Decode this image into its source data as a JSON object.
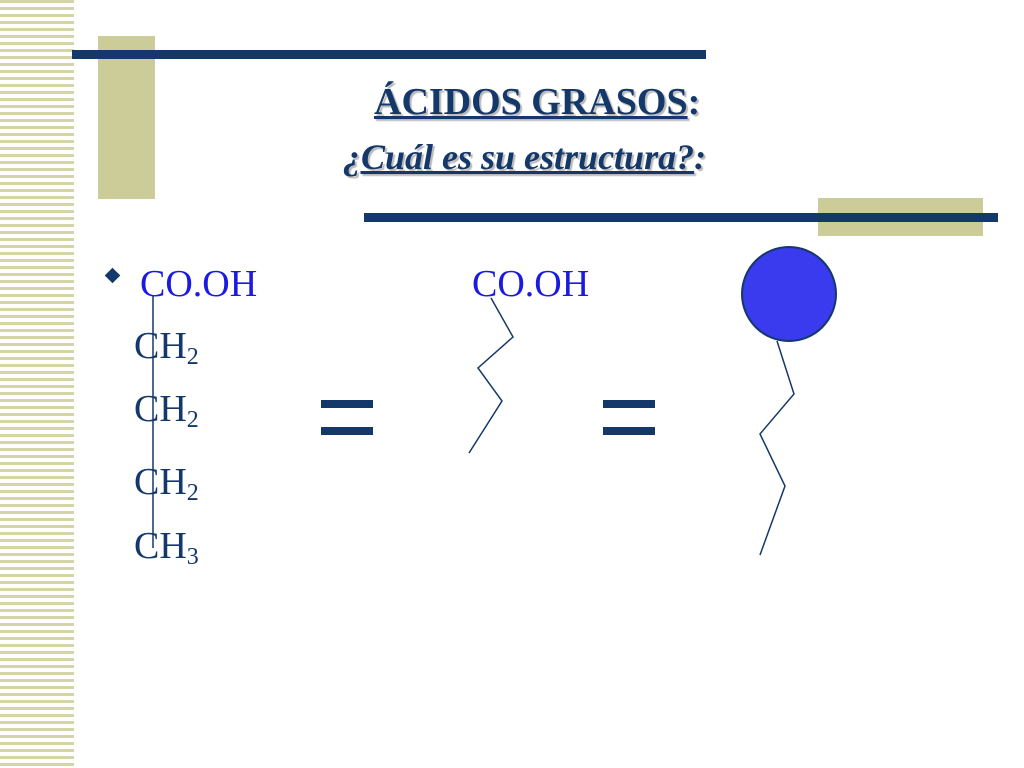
{
  "title": {
    "main_word": "ÁCIDOS GRASOS",
    "main_punct": ":",
    "sub_question": "¿Cuál es su estructura?",
    "sub_punct": ":"
  },
  "formula": {
    "cooh_left": "CO.OH",
    "cooh_middle": "CO.OH",
    "ch2_base": "CH",
    "ch2_sub": "2",
    "ch3_base": "CH",
    "ch3_sub": "3"
  },
  "colors": {
    "title": "#15386a",
    "formula_blue": "#1a1ae0",
    "head_circle": "#3a3aee",
    "accent_tan": "#cccc99"
  },
  "icons": {
    "bullet": "diamond-bullet-icon",
    "equals": "equals-sign-icon",
    "polar_head": "circle-head-icon"
  }
}
